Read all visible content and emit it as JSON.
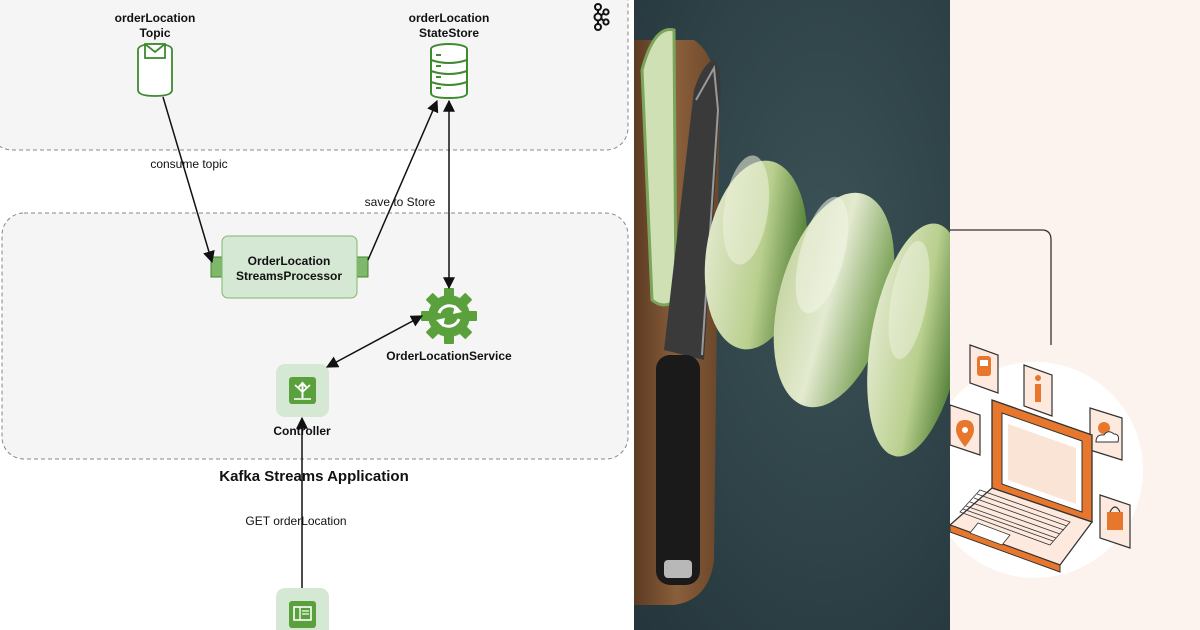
{
  "diagram": {
    "topic_label_1": "orderLocation",
    "topic_label_2": "Topic",
    "store_label_1": "orderLocation",
    "store_label_2": "StateStore",
    "processor_label_1": "OrderLocation",
    "processor_label_2": "StreamsProcessor",
    "service_label": "OrderLocationService",
    "controller_label": "Controller",
    "app_title": "Kafka Streams Application",
    "edge_consume": "consume topic",
    "edge_save": "save to Store",
    "edge_get": "GET orderLocation",
    "colors": {
      "green_stroke": "#3e8a2e",
      "green_fill": "#d5e8d4",
      "green_dark": "#5aa13d",
      "cluster_fill": "#f5f5f5",
      "cluster_border": "#888888"
    },
    "icons": [
      "kafka-logo-icon",
      "topic-icon",
      "database-icon",
      "sync-gear-icon",
      "controller-icon",
      "client-icon"
    ]
  },
  "photo": {
    "subject": "cucumbers-and-knife-photo"
  },
  "illustration": {
    "icons": [
      "train-icon",
      "info-icon",
      "location-pin-icon",
      "weather-icon",
      "shopping-bag-icon",
      "laptop-icon"
    ],
    "accent": "#e8772e"
  }
}
